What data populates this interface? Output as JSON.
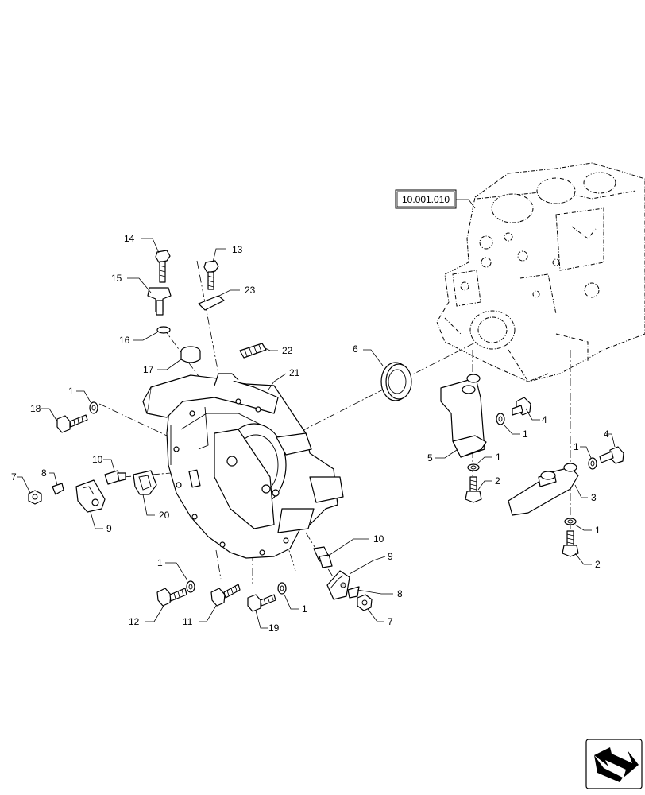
{
  "reference": {
    "label": "10.001.010"
  },
  "callouts": [
    {
      "id": "c14",
      "text": "14"
    },
    {
      "id": "c13",
      "text": "13"
    },
    {
      "id": "c15",
      "text": "15"
    },
    {
      "id": "c23",
      "text": "23"
    },
    {
      "id": "c16",
      "text": "16"
    },
    {
      "id": "c22",
      "text": "22"
    },
    {
      "id": "c17",
      "text": "17"
    },
    {
      "id": "c21",
      "text": "21"
    },
    {
      "id": "c6",
      "text": "6"
    },
    {
      "id": "c1a",
      "text": "1"
    },
    {
      "id": "c18",
      "text": "18"
    },
    {
      "id": "c10a",
      "text": "10"
    },
    {
      "id": "c7a",
      "text": "7"
    },
    {
      "id": "c8a",
      "text": "8"
    },
    {
      "id": "c9a",
      "text": "9"
    },
    {
      "id": "c20",
      "text": "20"
    },
    {
      "id": "c1b",
      "text": "1"
    },
    {
      "id": "c12",
      "text": "12"
    },
    {
      "id": "c11",
      "text": "11"
    },
    {
      "id": "c19",
      "text": "19"
    },
    {
      "id": "c1c",
      "text": "1"
    },
    {
      "id": "c10b",
      "text": "10"
    },
    {
      "id": "c9b",
      "text": "9"
    },
    {
      "id": "c8b",
      "text": "8"
    },
    {
      "id": "c7b",
      "text": "7"
    },
    {
      "id": "c4a",
      "text": "4"
    },
    {
      "id": "c1d",
      "text": "1"
    },
    {
      "id": "c5",
      "text": "5"
    },
    {
      "id": "c1e",
      "text": "1"
    },
    {
      "id": "c2a",
      "text": "2"
    },
    {
      "id": "c4b",
      "text": "4"
    },
    {
      "id": "c1f",
      "text": "1"
    },
    {
      "id": "c3",
      "text": "3"
    },
    {
      "id": "c1g",
      "text": "1"
    },
    {
      "id": "c2b",
      "text": "2"
    }
  ]
}
